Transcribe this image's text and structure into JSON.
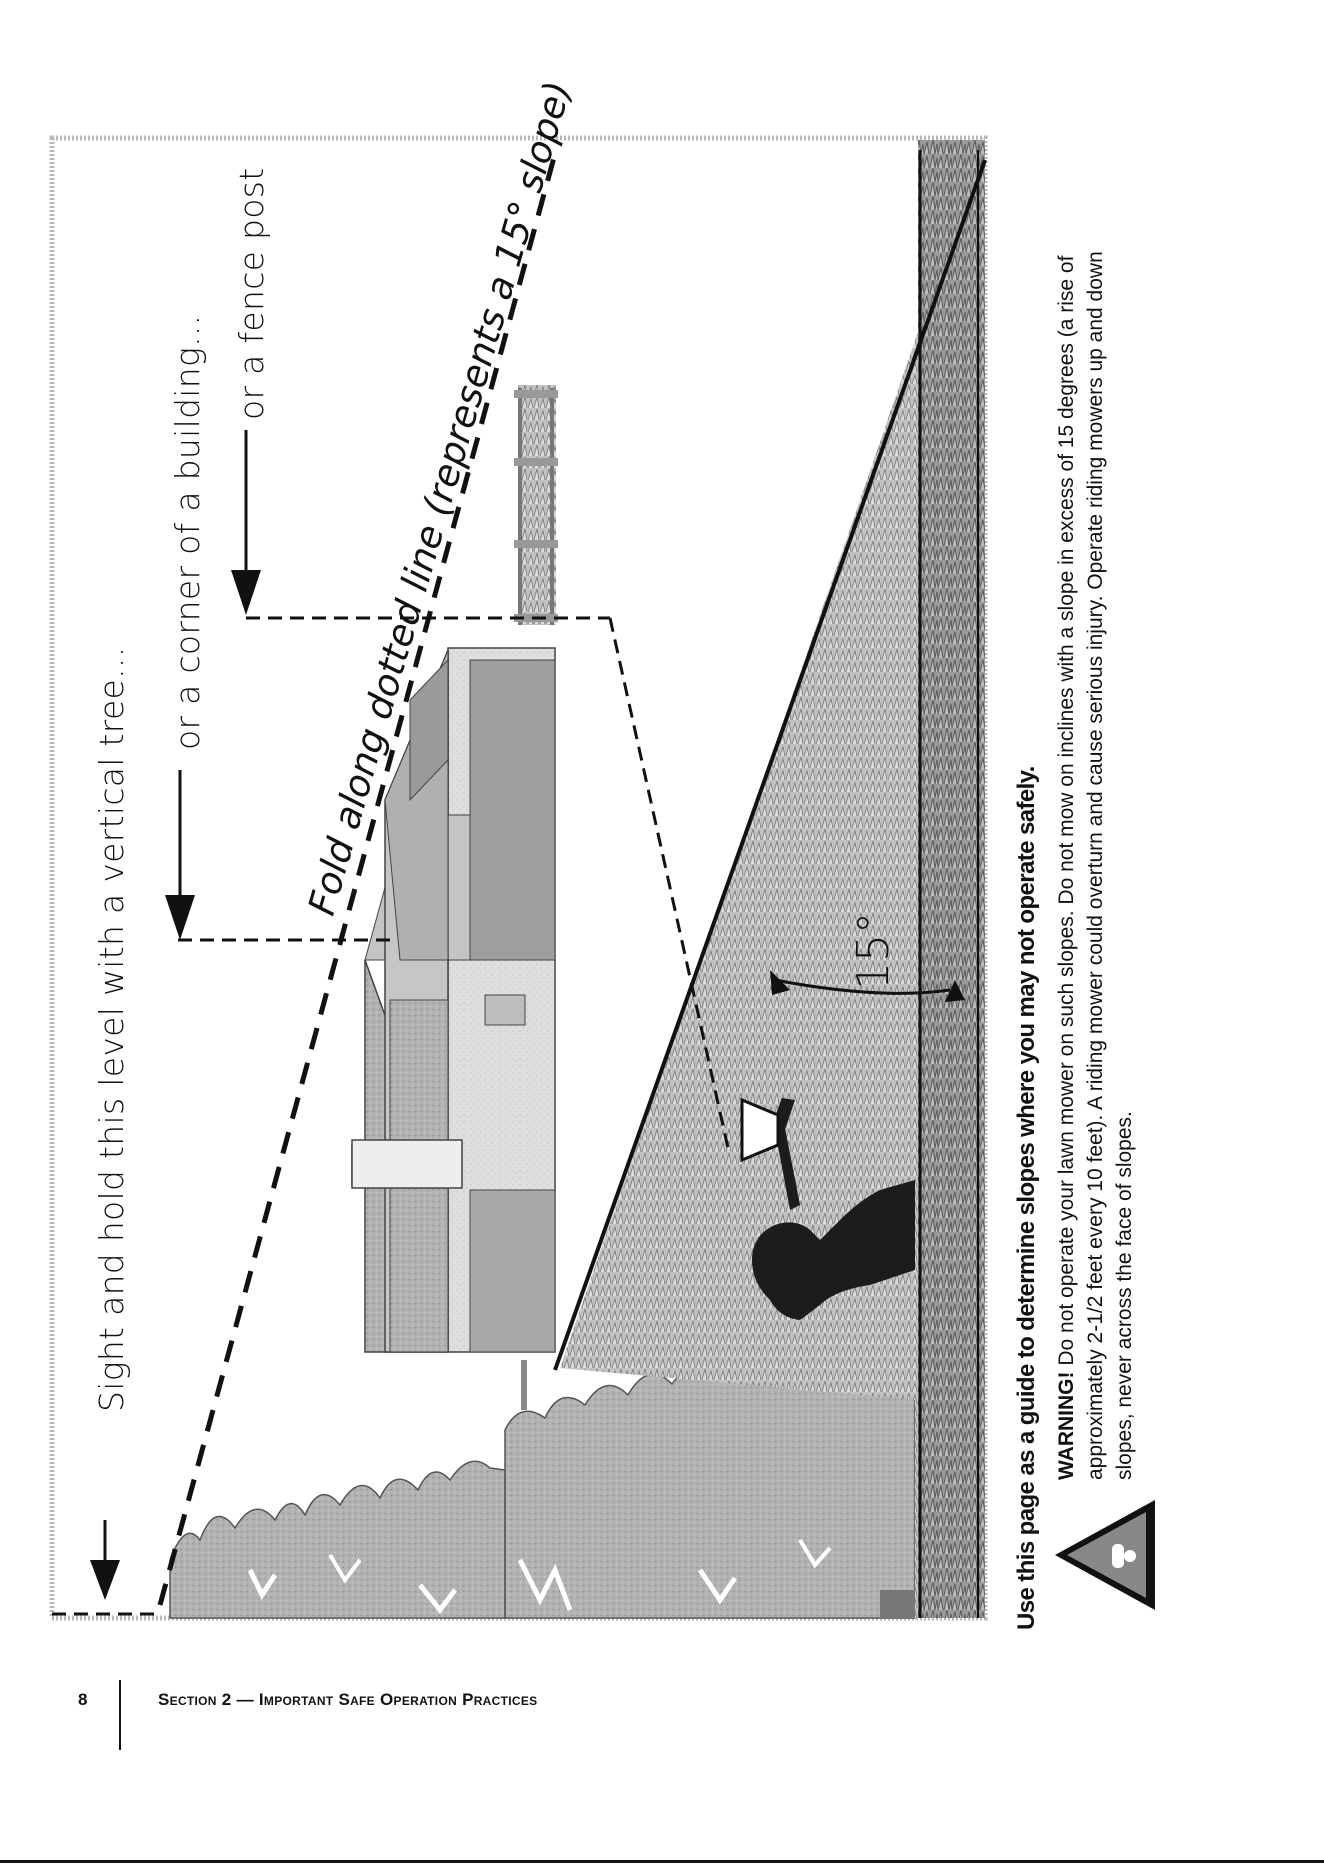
{
  "diagram": {
    "label_tree": "Sight and hold this level with a vertical tree...",
    "label_building": "or a corner of a building...",
    "label_fence": "or a fence post",
    "label_fold": "Fold along dotted line (represents a 15° slope)",
    "label_angle": "15°"
  },
  "guide": {
    "heading": "Use this page as a guide to determine slopes where you may not operate safely.",
    "warning_label": "WARNING!",
    "warning_text": " Do not operate your lawn mower on such slopes. Do not mow on inclines with a slope in excess of 15 degrees (a rise of approximately 2-1/2 feet every 10 feet). A riding mower could overturn and cause serious injury. Operate riding mowers up and down slopes, never across the face of slopes."
  },
  "footer": {
    "page_number": "8",
    "section_title": "Section 2 — Important Safe Operation Practices"
  },
  "colors": {
    "tree": "#a2a2a2",
    "grass": "#8c8c8c",
    "roof": "#b4b4b4",
    "wall": "#cfcfcf",
    "silhouette": "#1c1c1c",
    "line": "#111111"
  }
}
